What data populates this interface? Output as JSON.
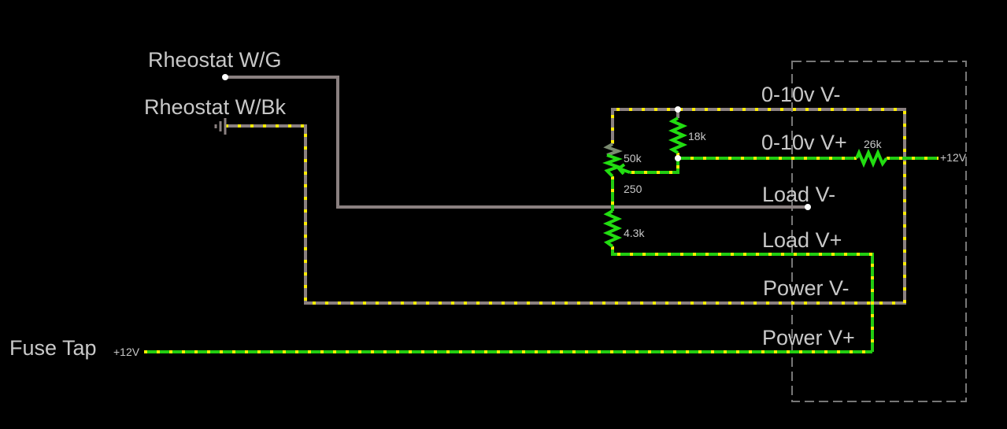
{
  "labels": {
    "rheostat_wg": "Rheostat W/G",
    "rheostat_wbk": "Rheostat W/Bk",
    "fuse_tap": "Fuse Tap",
    "fuse_voltage": "+12V",
    "v010_minus": "0-10v V-",
    "v010_plus": "0-10v V+",
    "load_minus": "Load V-",
    "load_plus": "Load V+",
    "power_minus": "Power V-",
    "power_plus": "Power V+",
    "out_voltage": "+12V"
  },
  "components": {
    "r_18k": "18k",
    "r_26k": "26k",
    "r_50k": "50k",
    "r_250": "250",
    "r_4_3k": "4.3k"
  },
  "colors": {
    "background": "#000000",
    "wire_grey": "#8a8080",
    "wire_green": "#22cc11",
    "current_dots": "#ffee00",
    "label": "#c8c8c8"
  }
}
